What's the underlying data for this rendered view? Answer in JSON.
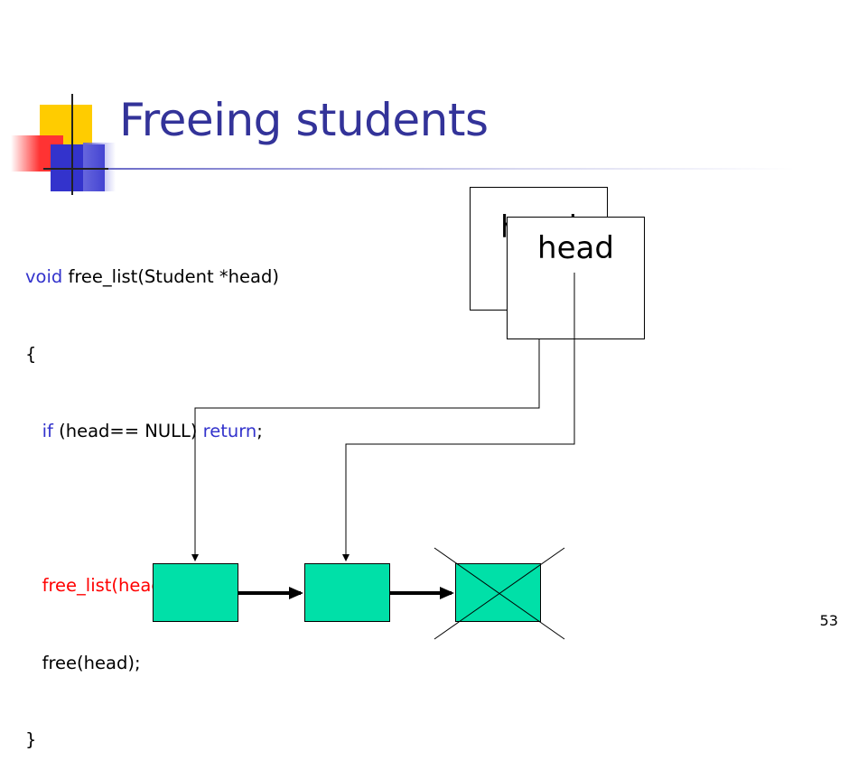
{
  "slide": {
    "title": "Freeing students",
    "page_number": "53"
  },
  "code": {
    "line1_kw": "void",
    "line1_rest": " free_list(Student *head)",
    "line2": "{",
    "line3_indent": "   ",
    "line3_kw1": "if",
    "line3_mid": " (head== NULL) ",
    "line3_kw2": "return",
    "line3_end": ";",
    "line5": "   free_list(head->next);",
    "line6": "   free(head);",
    "line7": "}"
  },
  "frames": {
    "back_label": "head",
    "front_label": "head"
  },
  "colors": {
    "title": "#333399",
    "keyword": "#3333cc",
    "highlight": "#ff0000",
    "node_fill": "#00e0a8"
  }
}
